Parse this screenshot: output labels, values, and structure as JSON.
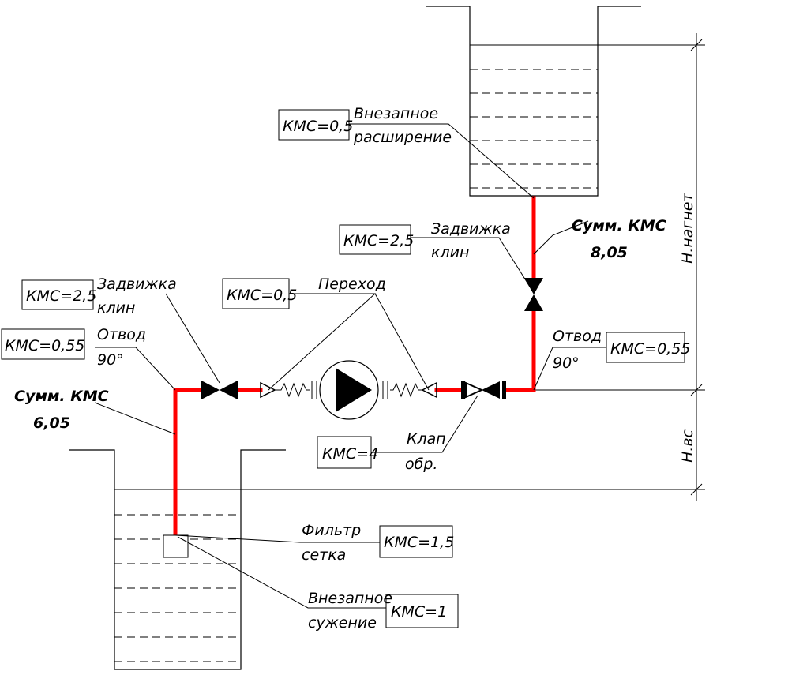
{
  "colors": {
    "pipe": "#ff0000",
    "line": "#000000",
    "background": "#ffffff"
  },
  "labels": {
    "expansion_kms": "КМС=0,5",
    "expansion_name_1": "Внезапное",
    "expansion_name_2": "расширение",
    "gate_right_kms": "КМС=2,5",
    "gate_right_name_1": "Задвижка",
    "gate_right_name_2": "клин",
    "sum_right_title": "Сумм. КМС",
    "sum_right_value": "8,05",
    "gate_left_kms": "КМС=2,5",
    "gate_left_name_1": "Задвижка",
    "gate_left_name_2": "клин",
    "transition_kms": "КМС=0,5",
    "transition_name": "Переход",
    "bend_left_kms": "КМС=0,55",
    "bend_left_name_1": "Отвод",
    "bend_left_name_2": "90°",
    "bend_right_kms": "КМС=0,55",
    "bend_right_name_1": "Отвод",
    "bend_right_name_2": "90°",
    "sum_left_title": "Сумм. КМС",
    "sum_left_value": "6,05",
    "check_valve_kms": "КМС=4",
    "check_valve_name_1": "Клап",
    "check_valve_name_2": "обр.",
    "filter_kms": "КМС=1,5",
    "filter_name_1": "Фильтр",
    "filter_name_2": "сетка",
    "contraction_kms": "КМС=1",
    "contraction_name_1": "Внезапное",
    "contraction_name_2": "сужение",
    "h_discharge": "Н.нагнет",
    "h_suction": "Н.вс"
  }
}
